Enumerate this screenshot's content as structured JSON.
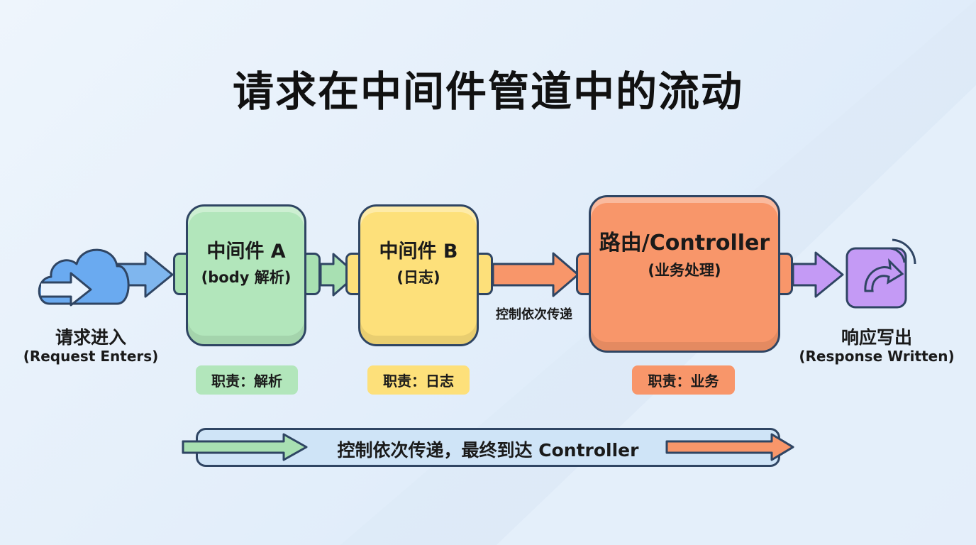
{
  "title": "请求在中间件管道中的流动",
  "start": {
    "label": "请求进入",
    "sublabel": "(Request Enters)",
    "icon": "cloud-arrow-icon"
  },
  "nodes": [
    {
      "title": "中间件 A",
      "subtitle": "(body 解析)",
      "badge": "职责：解析",
      "color": "#b2e6bb"
    },
    {
      "title": "中间件 B",
      "subtitle": "(日志)",
      "badge": "职责：日志",
      "color": "#fde07a"
    },
    {
      "title": "路由/Controller",
      "subtitle": "(业务处理)",
      "badge": "职责：业务",
      "color": "#f8966a"
    }
  ],
  "edge_label": "控制依次传递",
  "end": {
    "label": "响应写出",
    "sublabel": "(Response Written)",
    "icon": "response-send-icon",
    "color": "#c49af5"
  },
  "footer": "控制依次传递，最终到达 Controller"
}
